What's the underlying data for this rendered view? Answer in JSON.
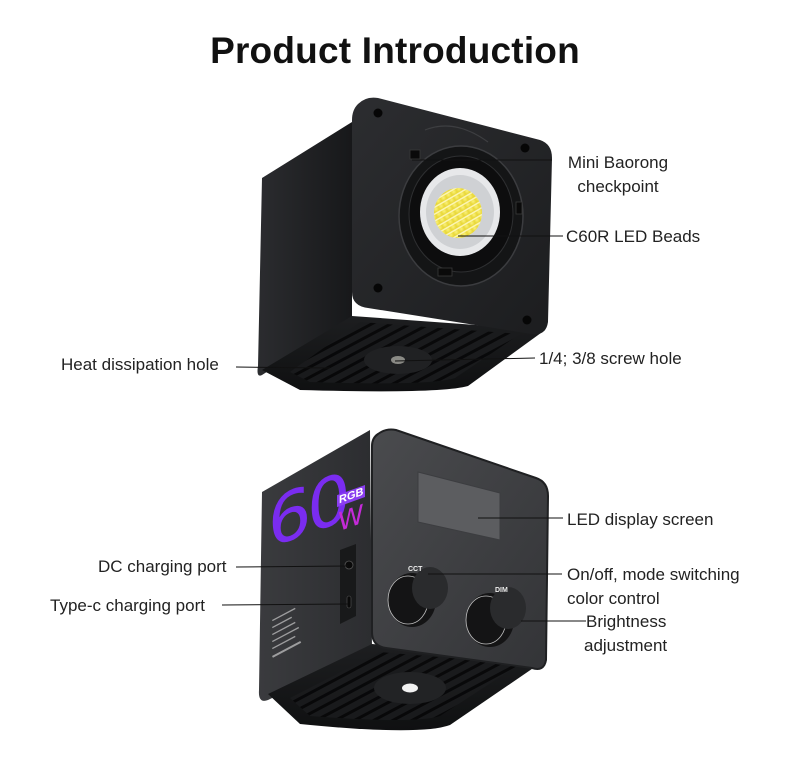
{
  "title": "Product Introduction",
  "top_product": {
    "view": "front-lens view",
    "callouts": [
      {
        "id": "mini-baorong-checkpoint",
        "text_line1": "Mini Baorong",
        "text_line2": "checkpoint"
      },
      {
        "id": "led-beads",
        "text": "C60R LED Beads"
      },
      {
        "id": "heat-dissipation-hole",
        "text": "Heat dissipation hole"
      },
      {
        "id": "screw-hole",
        "text": "1/4; 3/8 screw hole"
      }
    ]
  },
  "bottom_product": {
    "view": "rear control-panel view",
    "side_print": {
      "power": "60",
      "unit": "W",
      "badge": "RGB"
    },
    "knob_labels": {
      "left": "CCT",
      "right": "DIM"
    },
    "callouts": [
      {
        "id": "led-display-screen",
        "text": "LED display screen"
      },
      {
        "id": "dc-charging-port",
        "text": "DC charging port"
      },
      {
        "id": "typec-charging-port",
        "text": "Type-c charging port"
      },
      {
        "id": "mode-switch",
        "text_line1": "On/off, mode switching",
        "text_line2": "color control"
      },
      {
        "id": "brightness",
        "text_line1": "Brightness",
        "text_line2": "adjustment"
      }
    ]
  },
  "colors": {
    "body": "#1e1f21",
    "face": "#2a2b2e",
    "led_yellow": "#f3e84a",
    "purple_print": "#7a2cf0",
    "magenta_print": "#c42ad8"
  }
}
